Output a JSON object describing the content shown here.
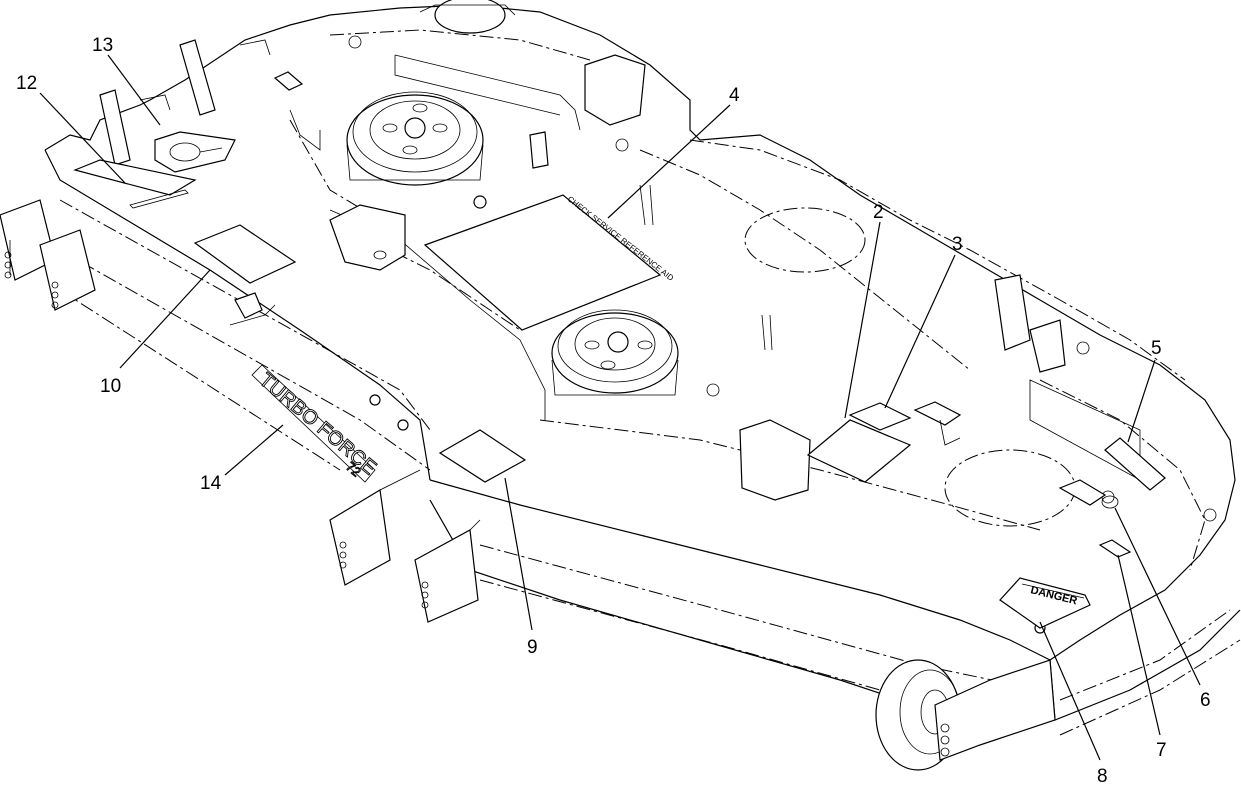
{
  "callouts": [
    {
      "id": "1",
      "label": "2"
    },
    {
      "id": "2",
      "label": "3"
    },
    {
      "id": "3",
      "label": "4"
    },
    {
      "id": "4",
      "label": "5"
    },
    {
      "id": "5",
      "label": "6"
    },
    {
      "id": "6",
      "label": "7"
    },
    {
      "id": "7",
      "label": "8"
    },
    {
      "id": "8",
      "label": "9"
    },
    {
      "id": "9",
      "label": "10"
    },
    {
      "id": "10",
      "label": "12"
    },
    {
      "id": "11",
      "label": "13"
    },
    {
      "id": "12",
      "label": "14"
    }
  ],
  "decals": {
    "service_reference": "CHECK SERVICE REFERENCE AID",
    "brand_stencil": "TURBO FORCE",
    "model_number": "72",
    "danger": "DANGER"
  },
  "colors": {
    "line": "#000000",
    "background": "#ffffff"
  }
}
